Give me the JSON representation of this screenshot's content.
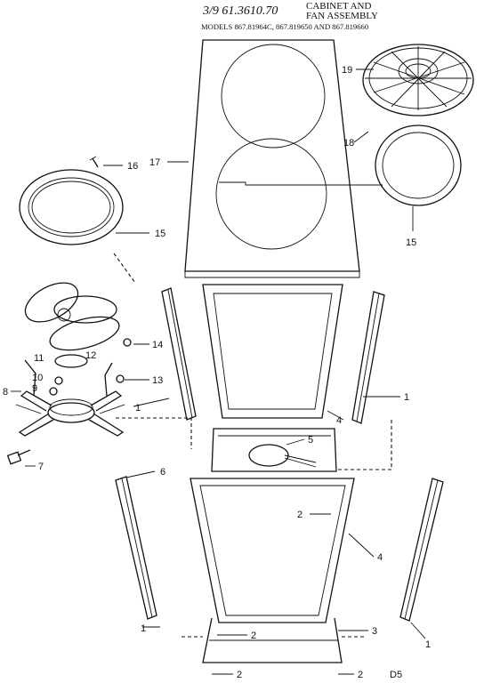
{
  "header": {
    "handwritten": "3/9 61.3610.70",
    "title_line1": "CABINET AND",
    "title_line2": "FAN ASSEMBLY",
    "models": "MODELS 867.81964C, 867.819650 AND 867.819660"
  },
  "page_code": "D5",
  "callouts": [
    {
      "id": "c19",
      "text": "19"
    },
    {
      "id": "c18",
      "text": "18"
    },
    {
      "id": "c17",
      "text": "17"
    },
    {
      "id": "c16",
      "text": "16"
    },
    {
      "id": "c15a",
      "text": "15"
    },
    {
      "id": "c15b",
      "text": "15"
    },
    {
      "id": "c14",
      "text": "14"
    },
    {
      "id": "c13",
      "text": "13"
    },
    {
      "id": "c12",
      "text": "12"
    },
    {
      "id": "c11",
      "text": "11"
    },
    {
      "id": "c10",
      "text": "10"
    },
    {
      "id": "c9",
      "text": "9"
    },
    {
      "id": "c8",
      "text": "8"
    },
    {
      "id": "c7",
      "text": "7"
    },
    {
      "id": "c6",
      "text": "6"
    },
    {
      "id": "c5",
      "text": "5"
    },
    {
      "id": "c4a",
      "text": "4"
    },
    {
      "id": "c4b",
      "text": "4"
    },
    {
      "id": "c3",
      "text": "3"
    },
    {
      "id": "c2a",
      "text": "2"
    },
    {
      "id": "c2b",
      "text": "2"
    },
    {
      "id": "c2c",
      "text": "2"
    },
    {
      "id": "c2d",
      "text": "2"
    },
    {
      "id": "c1a",
      "text": "1"
    },
    {
      "id": "c1b",
      "text": "1"
    },
    {
      "id": "c1c",
      "text": "1"
    },
    {
      "id": "c1d",
      "text": "1"
    }
  ]
}
